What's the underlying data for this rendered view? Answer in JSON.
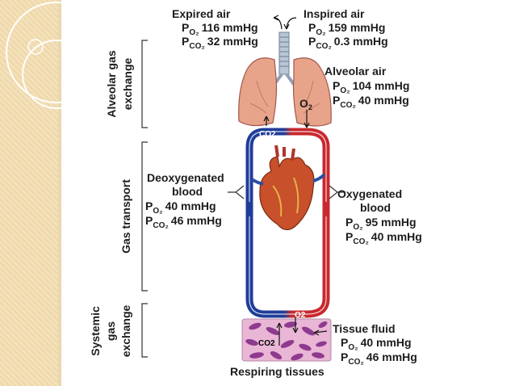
{
  "labels": {
    "expired_title": "Expired air",
    "expired_po2": "116 mmHg",
    "expired_pco2": "32 mmHg",
    "inspired_title": "Inspired air",
    "inspired_po2": "159 mmHg",
    "inspired_pco2": "0.3 mmHg",
    "alveolar_title": "Alveolar air",
    "alveolar_po2": "104 mmHg",
    "alveolar_pco2": "40 mmHg",
    "deoxy_line1": "Deoxygenated",
    "deoxy_line2": "blood",
    "deoxy_po2": "40 mmHg",
    "deoxy_pco2": "46 mmHg",
    "oxy_line1": "Oxygenated",
    "oxy_line2": "blood",
    "oxy_po2": "95 mmHg",
    "oxy_pco2": "40 mmHg",
    "tissue_title": "Tissue fluid",
    "tissue_po2": "40 mmHg",
    "tissue_pco2": "46 mmHg",
    "respiring": "Respiring tissues",
    "o2": "O2",
    "co2": "CO2",
    "p_symbol": "P",
    "sub_o2": "O2",
    "sub_co2": "CO2"
  },
  "sections": {
    "alveolar_1": "Alveolar gas",
    "alveolar_2": "exchange",
    "transport": "Gas transport",
    "systemic_1": "Systemic",
    "systemic_2": "gas",
    "systemic_3": "exchange"
  },
  "colors": {
    "deoxygenated": "#1f3d99",
    "oxygenated": "#c8282e",
    "lung": "#e8a48a",
    "heart": "#c8502a",
    "tissue": "#e9b6d6",
    "cell": "#8e3a8e"
  }
}
